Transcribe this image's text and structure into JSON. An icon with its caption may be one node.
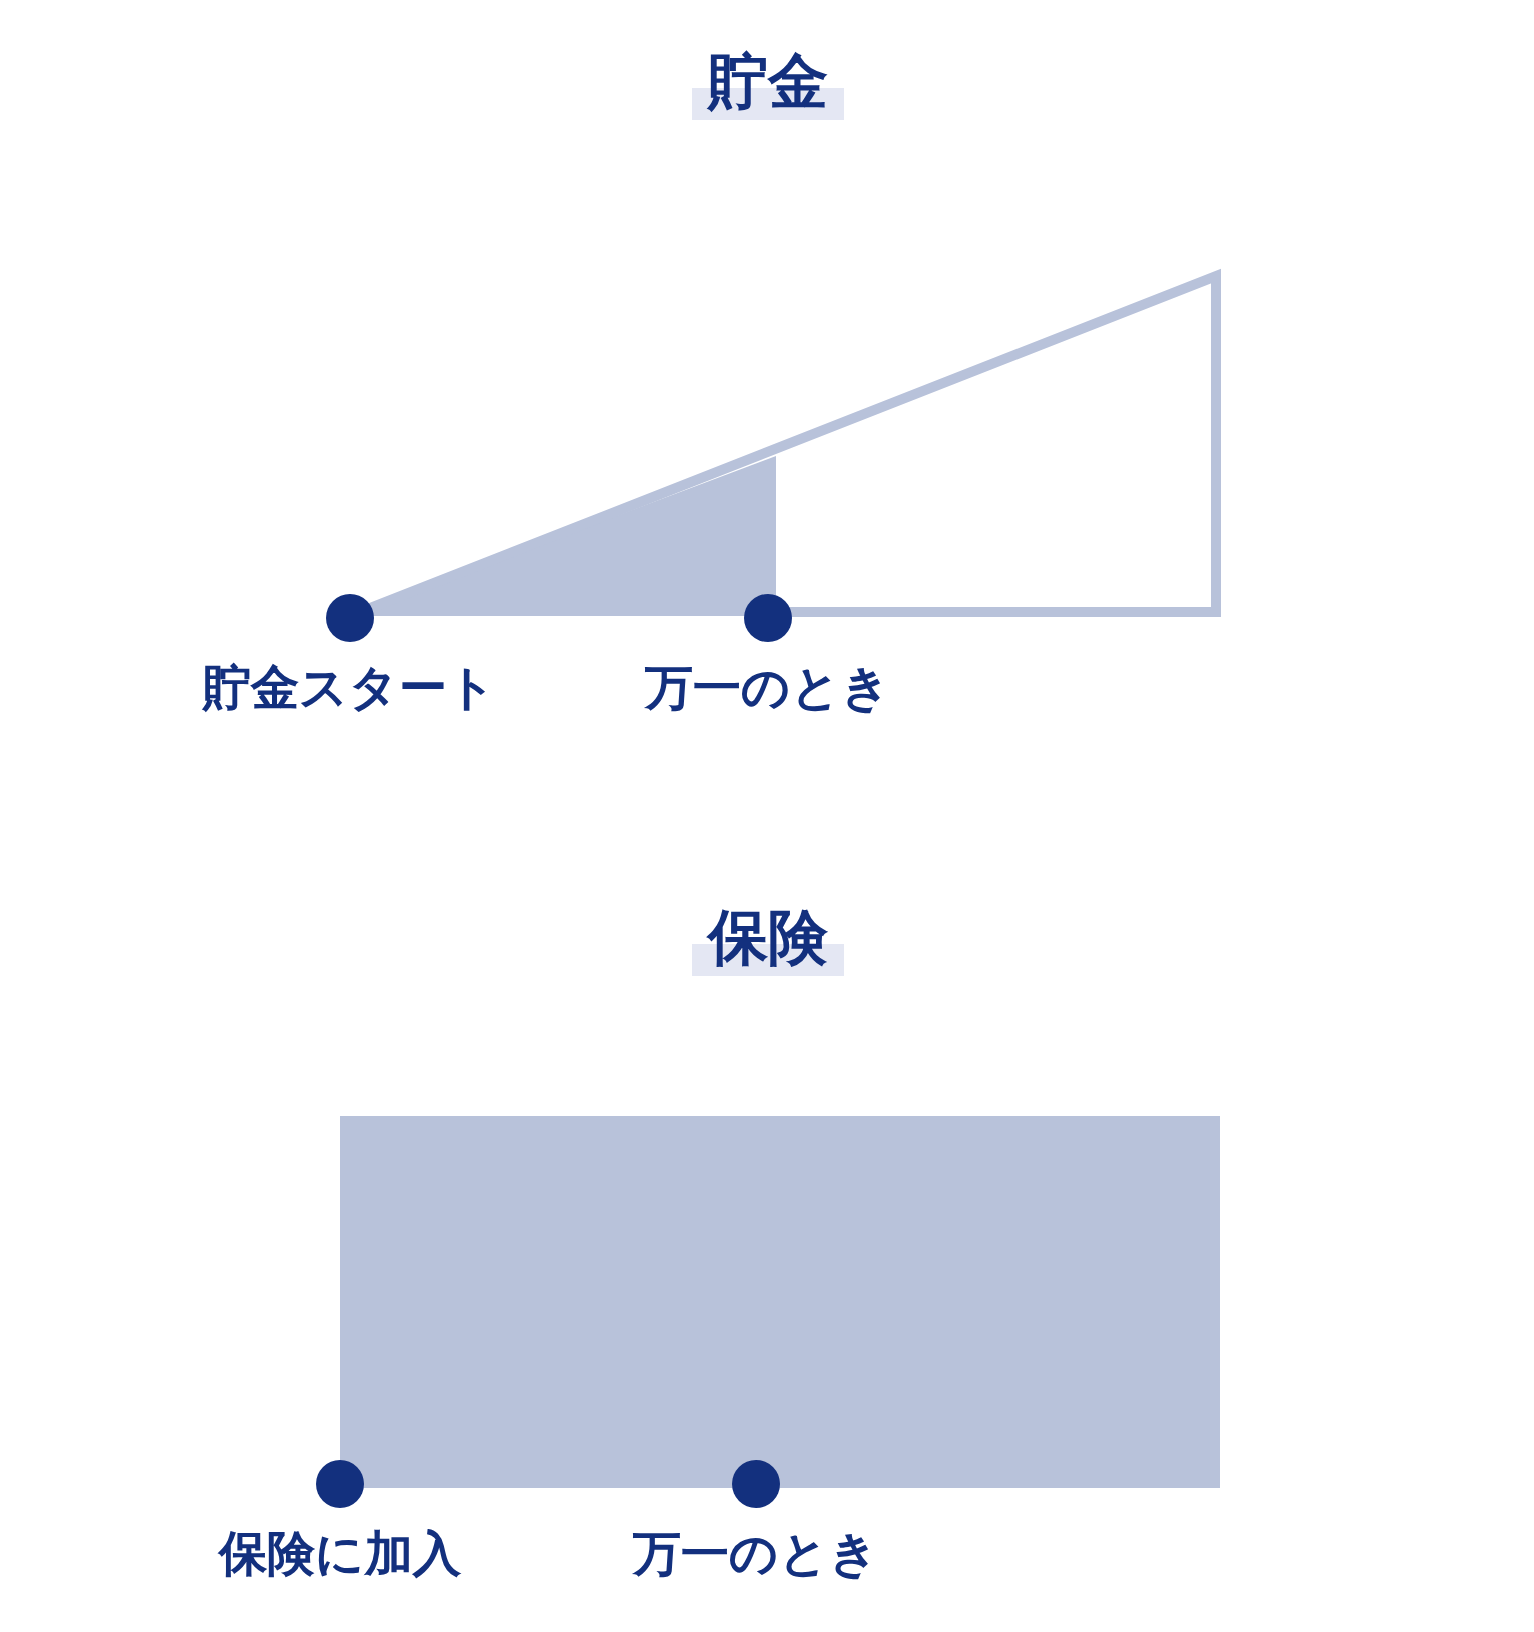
{
  "diagram": {
    "nodes": [
      {
        "text": [
          "貯金スタート"
        ]
      },
      {
        "text": [
          "万一のとき"
        ]
      },
      {
        "text": [
          "保険に加入"
        ]
      },
      {
        "text": [
          "万一のとき"
        ]
      }
    ],
    "labels": [
      "貯金",
      "保険"
    ]
  }
}
